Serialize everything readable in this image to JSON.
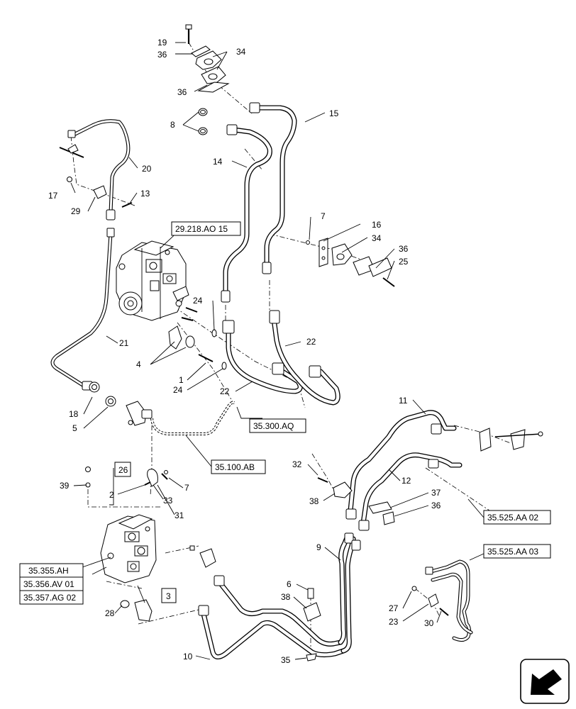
{
  "callouts": {
    "c19": "19",
    "c36a": "36",
    "c34a": "34",
    "c36b": "36",
    "c8": "8",
    "c15": "15",
    "c14": "14",
    "c20": "20",
    "c17": "17",
    "c13": "13",
    "c29": "29",
    "c7a": "7",
    "c16": "16",
    "c34b": "34",
    "c36c": "36",
    "c25": "25",
    "c24a": "24",
    "c22a": "22",
    "c21": "21",
    "c4": "4",
    "c1": "1",
    "c24b": "24",
    "c22b": "22",
    "c18": "18",
    "c5": "5",
    "c11": "11",
    "c32": "32",
    "c12": "12",
    "c26": "26",
    "c39": "39",
    "c2": "2",
    "c7b": "7",
    "c33": "33",
    "c31": "31",
    "c37": "37",
    "c38a": "38",
    "c36d": "36",
    "c9": "9",
    "c6": "6",
    "c38b": "38",
    "c3": "3",
    "c28": "28",
    "c27": "27",
    "c23": "23",
    "c30": "30",
    "c10": "10",
    "c35": "35"
  },
  "references": {
    "r_29218": "29.218.AO 15",
    "r_35300": "35.300.AQ",
    "r_35100": "35.100.AB",
    "r_35525_02": "35.525.AA 02",
    "r_35525_03": "35.525.AA 03",
    "r_35355": "35.355.AH",
    "r_35356": "35.356.AV 01",
    "r_35357": "35.357.AG 02"
  },
  "icons": {
    "orientation": "front-direction-arrow-icon"
  }
}
